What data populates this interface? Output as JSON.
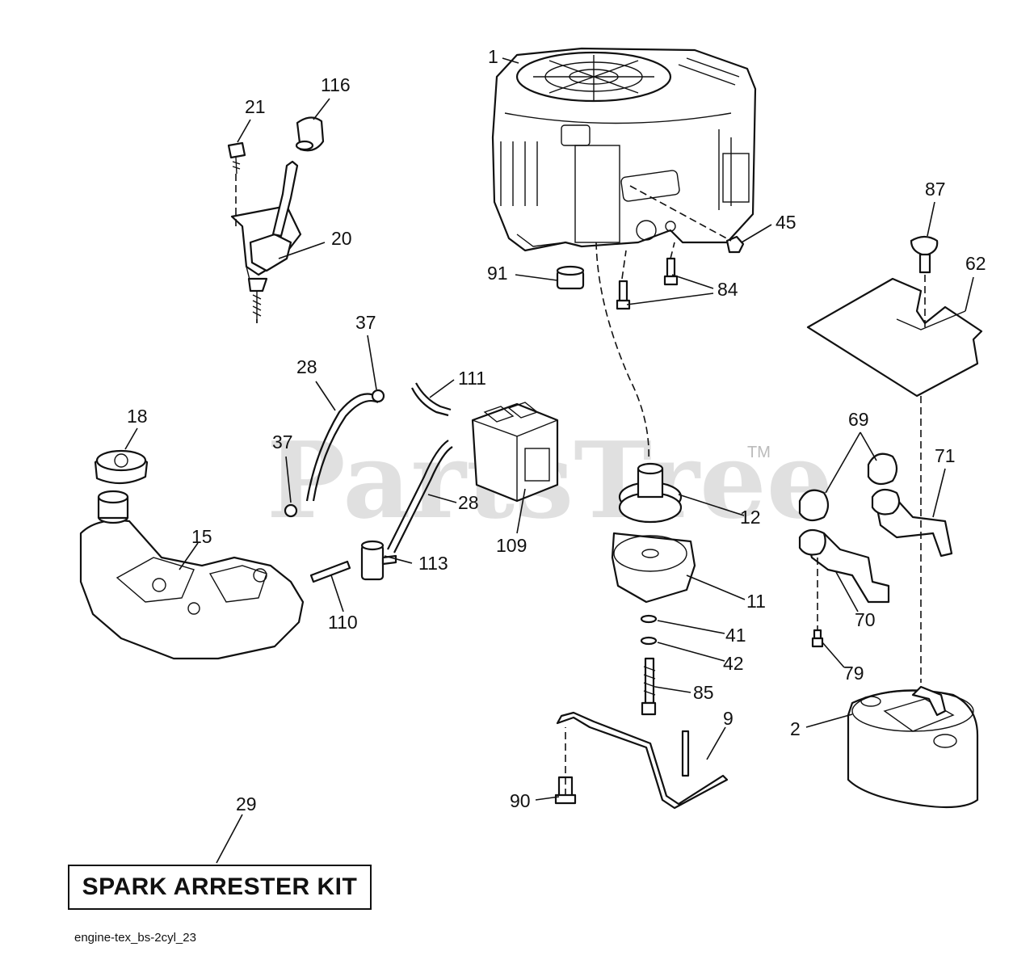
{
  "watermark": {
    "text": "PartsTree",
    "tm": "TM"
  },
  "callouts": {
    "p1": "1",
    "p116": "116",
    "p21": "21",
    "p20": "20",
    "p45": "45",
    "p91": "91",
    "p84": "84",
    "p87": "87",
    "p62": "62",
    "p37a": "37",
    "p28a": "28",
    "p111": "111",
    "p18": "18",
    "p37b": "37",
    "p15": "15",
    "p28b": "28",
    "p109": "109",
    "p12": "12",
    "p69": "69",
    "p71": "71",
    "p113": "113",
    "p110": "110",
    "p11": "11",
    "p41": "41",
    "p42": "42",
    "p70": "70",
    "p79": "79",
    "p85": "85",
    "p9": "9",
    "p2": "2",
    "p90": "90",
    "p29": "29"
  },
  "kit_label": "SPARK ARRESTER KIT",
  "footer_ref": "engine-tex_bs-2cyl_23"
}
